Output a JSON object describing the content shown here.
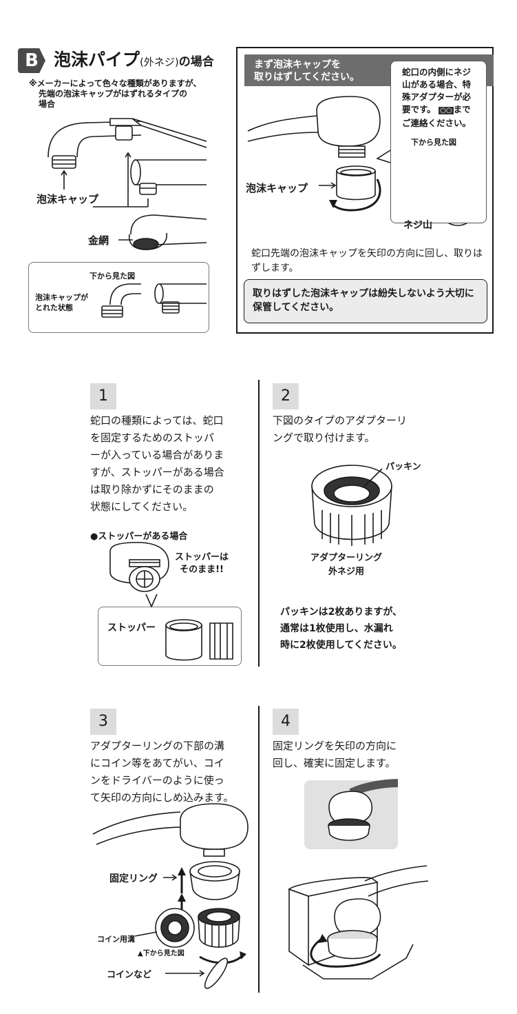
{
  "section": {
    "badge": "B",
    "title_main": "泡沫パイプ",
    "title_paren": "(外ネジ)",
    "title_tail": "の場合",
    "note_lines": [
      "※メーカーによって色々な種類がありますが、",
      "先端の泡沫キャップがはずれるタイプの",
      "場合"
    ]
  },
  "left_diagram": {
    "cap_label": "泡沫キャップ",
    "mesh_label": "金網",
    "bottom_view": "下から見た図",
    "removed_state_lines": [
      "泡沫キャップが",
      "とれた状態"
    ]
  },
  "panel": {
    "header_lines": [
      "まず泡沫キャップを",
      "取りはずしてください。"
    ],
    "callout_lines": [
      "蛇口の内側にネジ",
      "山がある場合、特",
      "殊アダプターが必",
      "要です。"
    ],
    "callout_tag": "○○",
    "callout_tail_lines": [
      "まで",
      "ご連絡ください。"
    ],
    "callout_sub": "下から見た図",
    "thread_label": "ネジ山",
    "cap_label": "泡沫キャップ",
    "instruction": "蛇口先端の泡沫キャップを矢印の方向に回し、取りはずします。",
    "warning": "取りはずした泡沫キャップは紛失しないよう大切に保管してください。"
  },
  "steps": [
    {
      "number": "1",
      "lines": [
        "蛇口の種類によっては、蛇口",
        "を固定するためのストッパ",
        "ーが入っている場合がありま",
        "すが、ストッパーがある場合",
        "は取り除かずにそのままの",
        "状態にしてください。"
      ],
      "subhead": "●ストッパーがある場合",
      "note_lines": [
        "ストッパーは",
        "そのまま!!"
      ],
      "stopper_label": "ストッパー"
    },
    {
      "number": "2",
      "lines": [
        "下図のタイプのアダプターリ",
        "ングで取り付けます。"
      ],
      "packing_label": "パッキン",
      "ring_lines": [
        "アダプターリング",
        "外ネジ用"
      ],
      "note_lines": [
        "パッキンは2枚ありますが、",
        "通常は1枚使用し、水漏れ",
        "時に2枚使用してください。"
      ]
    },
    {
      "number": "3",
      "lines": [
        "アダプターリングの下部の溝",
        "にコイン等をあてがい、コイ",
        "ンをドライバーのように使っ",
        "て矢印の方向にしめ込みます。"
      ],
      "fixring_label": "固定リング",
      "coin_slot_label": "コイン用溝",
      "bottom_view": "▲下から見た図",
      "coin_label": "コインなど"
    },
    {
      "number": "4",
      "lines": [
        "固定リングを矢印の方向に",
        "回し、確実に固定します。"
      ]
    }
  ]
}
